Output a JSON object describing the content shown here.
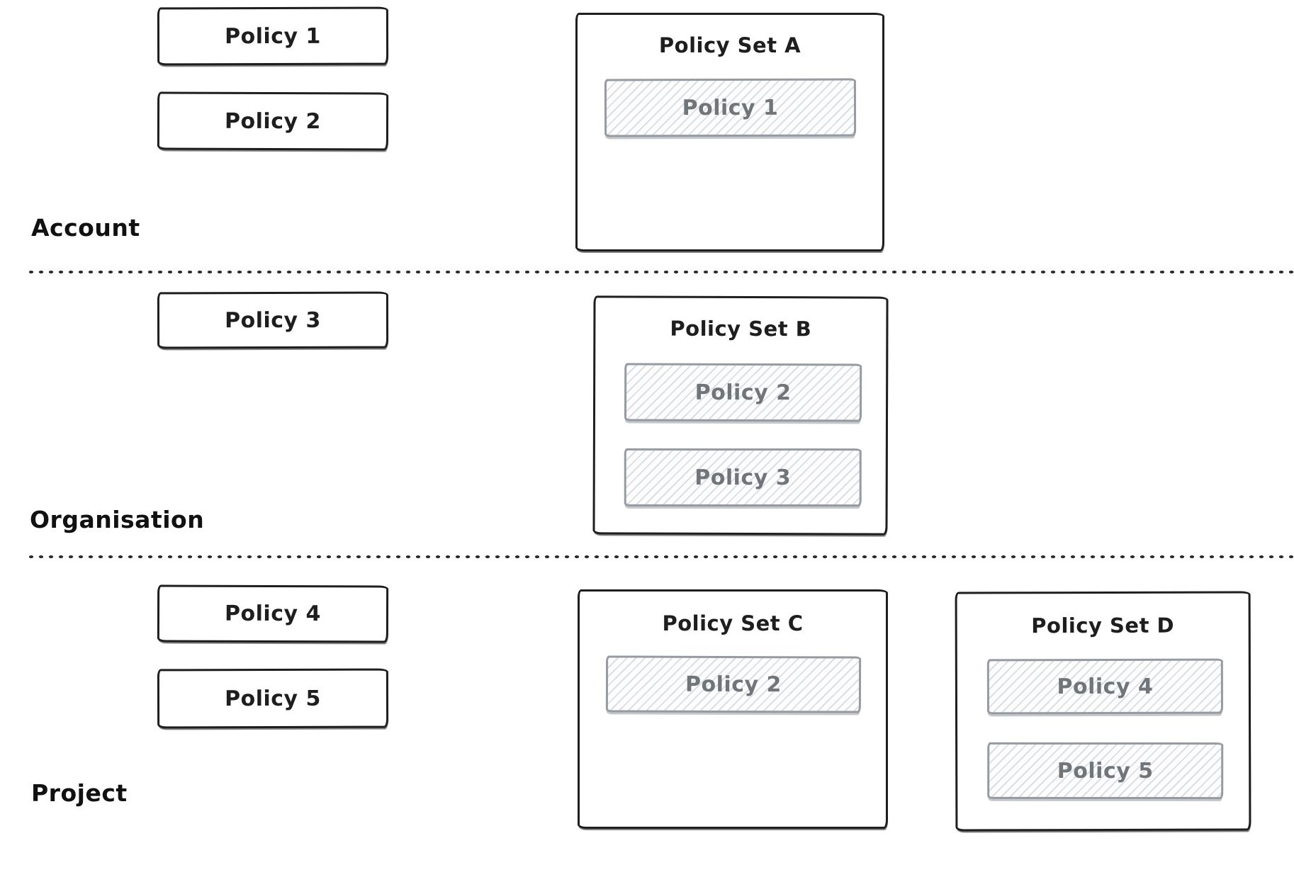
{
  "diagram": {
    "description": "Policies and policy sets across account, organisation and project tiers",
    "colors": {
      "background": "#ffffff",
      "stroke": "#1e1e1e",
      "member_border": "#969ba1",
      "member_hatch": "#b9c1ca",
      "member_text": "#70757a",
      "separator_dot": "#2b2b2b"
    },
    "sections": [
      {
        "label": "Account",
        "policies": [
          {
            "label": "Policy 1"
          },
          {
            "label": "Policy 2"
          }
        ],
        "policy_sets": [
          {
            "title": "Policy Set A",
            "members": [
              {
                "label": "Policy 1"
              }
            ]
          }
        ]
      },
      {
        "label": "Organisation",
        "policies": [
          {
            "label": "Policy 3"
          }
        ],
        "policy_sets": [
          {
            "title": "Policy Set B",
            "members": [
              {
                "label": "Policy 2"
              },
              {
                "label": "Policy 3"
              }
            ]
          }
        ]
      },
      {
        "label": "Project",
        "policies": [
          {
            "label": "Policy 4"
          },
          {
            "label": "Policy 5"
          }
        ],
        "policy_sets": [
          {
            "title": "Policy Set C",
            "members": [
              {
                "label": "Policy 2"
              }
            ]
          },
          {
            "title": "Policy Set D",
            "members": [
              {
                "label": "Policy 4"
              },
              {
                "label": "Policy 5"
              }
            ]
          }
        ]
      }
    ]
  }
}
